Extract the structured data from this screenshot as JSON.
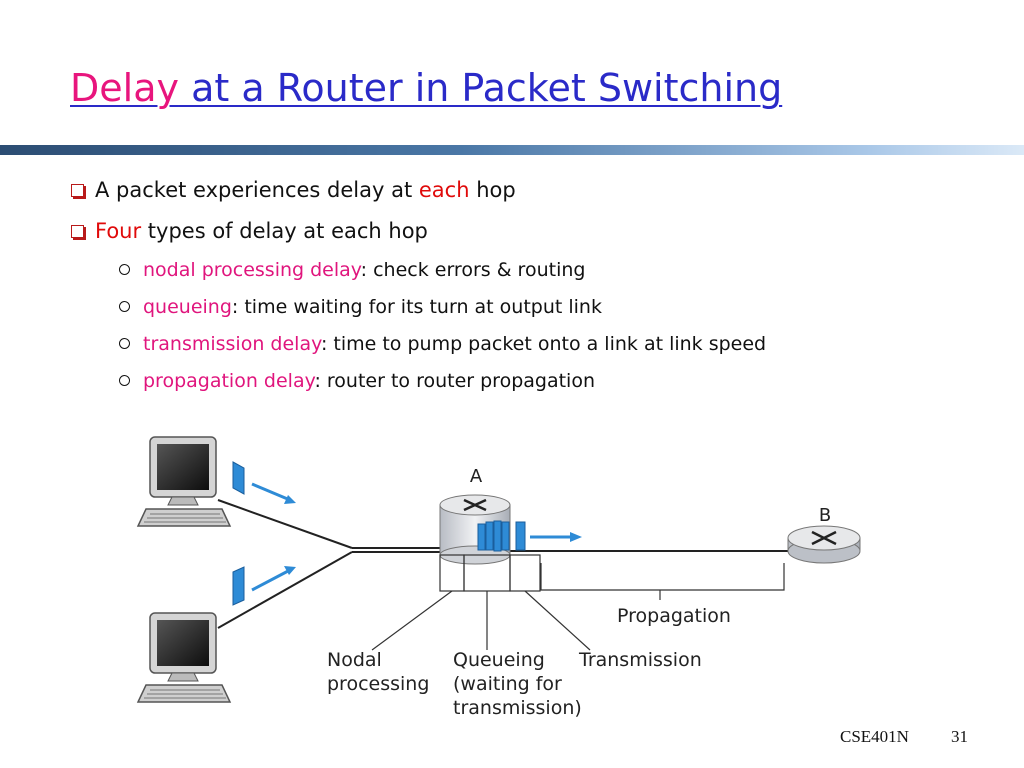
{
  "title": {
    "highlight": "Delay",
    "rest": " at a Router in Packet Switching"
  },
  "bullets": [
    {
      "before": "A packet experiences delay at ",
      "emphasis": "each",
      "after": " hop"
    },
    {
      "emphasis": "Four",
      "after": " types of delay at each hop"
    }
  ],
  "sub_bullets": [
    {
      "term": "nodal processing delay",
      "desc": ": check errors & routing"
    },
    {
      "term": "queueing",
      "desc": ": time waiting for its turn at output link"
    },
    {
      "term": "transmission delay",
      "desc": ": time to pump packet onto a link at link speed"
    },
    {
      "term": "propagation delay",
      "desc": ": router to router propagation"
    }
  ],
  "diagram": {
    "router_a": "A",
    "router_b": "B",
    "label_propagation": "Propagation",
    "label_nodal_1": "Nodal",
    "label_nodal_2": "processing",
    "label_queueing_1": "Queueing",
    "label_queueing_2": "(waiting for",
    "label_queueing_3": "transmission)",
    "label_transmission": "Transmission"
  },
  "footer": {
    "course": "CSE401N",
    "page": "31"
  },
  "colors": {
    "title": "#2a2ac8",
    "highlight": "#e8157d",
    "emphasis_red": "#e00a0a",
    "term_pink": "#e0157d"
  }
}
